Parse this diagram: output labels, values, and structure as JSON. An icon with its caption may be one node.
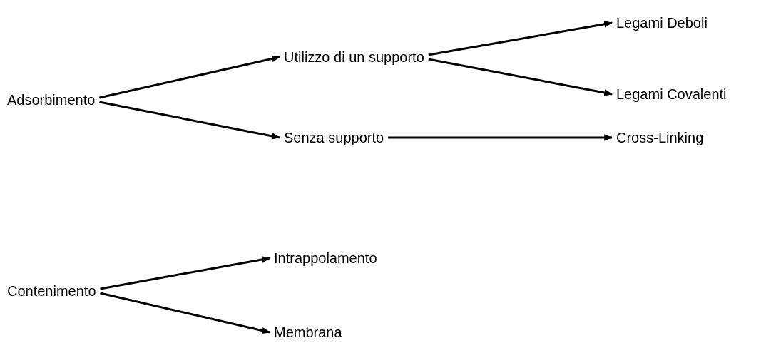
{
  "diagram": {
    "nodes": [
      {
        "text": [
          "Adsorbimento"
        ]
      },
      {
        "text": [
          "Utilizzo di un supporto"
        ]
      },
      {
        "text": [
          "Senza supporto"
        ]
      },
      {
        "text": [
          "Legami Deboli"
        ]
      },
      {
        "text": [
          "Legami Covalenti"
        ]
      },
      {
        "text": [
          "Cross-Linking"
        ]
      },
      {
        "text": [
          "Contenimento"
        ]
      },
      {
        "text": [
          "Intrappolamento"
        ]
      },
      {
        "text": [
          "Membrana"
        ]
      }
    ],
    "edges": [
      {
        "from": 0,
        "to": 1,
        "arrow": "to"
      },
      {
        "from": 0,
        "to": 2,
        "arrow": "to"
      },
      {
        "from": 1,
        "to": 3,
        "arrow": "to"
      },
      {
        "from": 1,
        "to": 4,
        "arrow": "to"
      },
      {
        "from": 2,
        "to": 5,
        "arrow": "to"
      },
      {
        "from": 6,
        "to": 7,
        "arrow": "to"
      },
      {
        "from": 6,
        "to": 8,
        "arrow": "to"
      }
    ]
  }
}
